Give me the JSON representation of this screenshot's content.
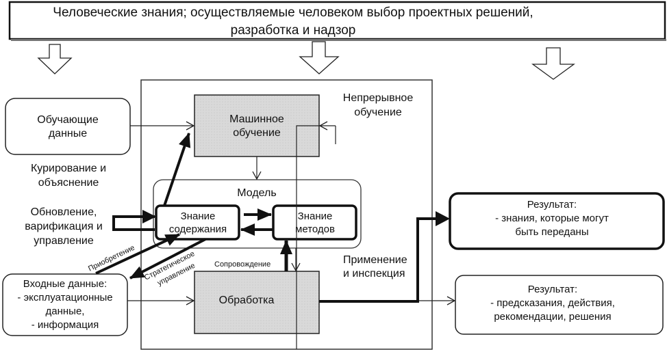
{
  "header": {
    "line1": "Человеческие знания; осуществляемые человеком выбор проектных решений,",
    "line2": "разработка и надзор"
  },
  "nodes": {
    "training_data": {
      "line1": "Обучающие",
      "line2": "данные"
    },
    "machine_learning": {
      "line1": "Машинное",
      "line2": "обучение"
    },
    "model": {
      "label": "Модель"
    },
    "content_knowledge": {
      "line1": "Знание",
      "line2": "содержания"
    },
    "method_knowledge": {
      "line1": "Знание",
      "line2": "методов"
    },
    "processing": {
      "label": "Обработка"
    },
    "input_data": {
      "line1": "Входные данные:",
      "line2": "- эксплуатационные",
      "line3": "данные,",
      "line4": "- информация"
    },
    "result_knowledge": {
      "line1": "Результат:",
      "line2": "- знания, которые могут",
      "line3": "быть переданы"
    },
    "result_predictions": {
      "line1": "Результат:",
      "line2": "- предсказания, действия,",
      "line3": "рекомендации, решения"
    }
  },
  "labels": {
    "curation": {
      "line1": "Курирование и",
      "line2": "объяснение"
    },
    "update": {
      "line1": "Обновление,",
      "line2": "варификация и",
      "line3": "управление"
    },
    "continuous_learning": {
      "line1": "Непрерывное",
      "line2": "обучение"
    },
    "application": {
      "line1": "Применение",
      "line2": "и инспекция"
    },
    "acquisition": "Приобретение",
    "strategic": {
      "line1": "Стратегическое",
      "line2": "управление"
    },
    "maintenance": "Сопровождение"
  }
}
